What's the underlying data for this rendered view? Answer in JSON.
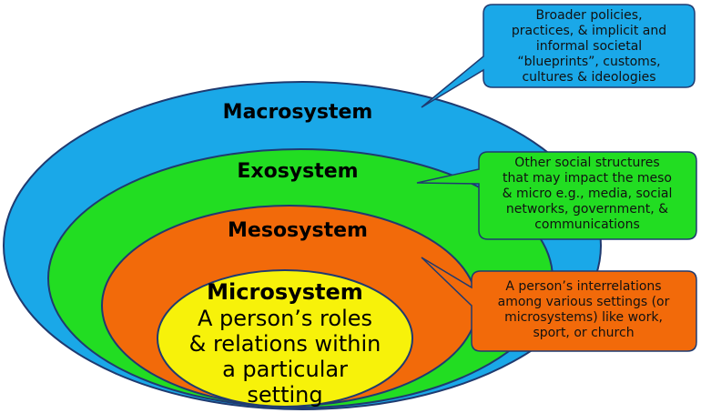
{
  "colors": {
    "macro": "#1aa8e8",
    "exo": "#22dd22",
    "meso": "#f26a0a",
    "micro": "#f7f20a",
    "outline": "#1f3a70"
  },
  "layers": {
    "macro": {
      "title": "Macrosystem"
    },
    "exo": {
      "title": "Exosystem"
    },
    "meso": {
      "title": "Mesosystem"
    },
    "micro": {
      "title": "Microsystem",
      "lines": [
        "A person’s roles",
        "& relations within",
        "a particular",
        "setting"
      ]
    }
  },
  "callouts": {
    "macro": {
      "lines": [
        "Broader policies,",
        "practices, & implicit and",
        "informal societal",
        "“blueprints”, customs,",
        "cultures & ideologies"
      ]
    },
    "exo": {
      "lines": [
        "Other social structures",
        "that may impact the meso",
        "& micro e.g., media, social",
        "networks,  government, &",
        "communications"
      ]
    },
    "meso": {
      "lines": [
        "A person’s interrelations",
        "among various settings (or",
        "microsystems) like work,",
        "sport, or church"
      ]
    }
  }
}
